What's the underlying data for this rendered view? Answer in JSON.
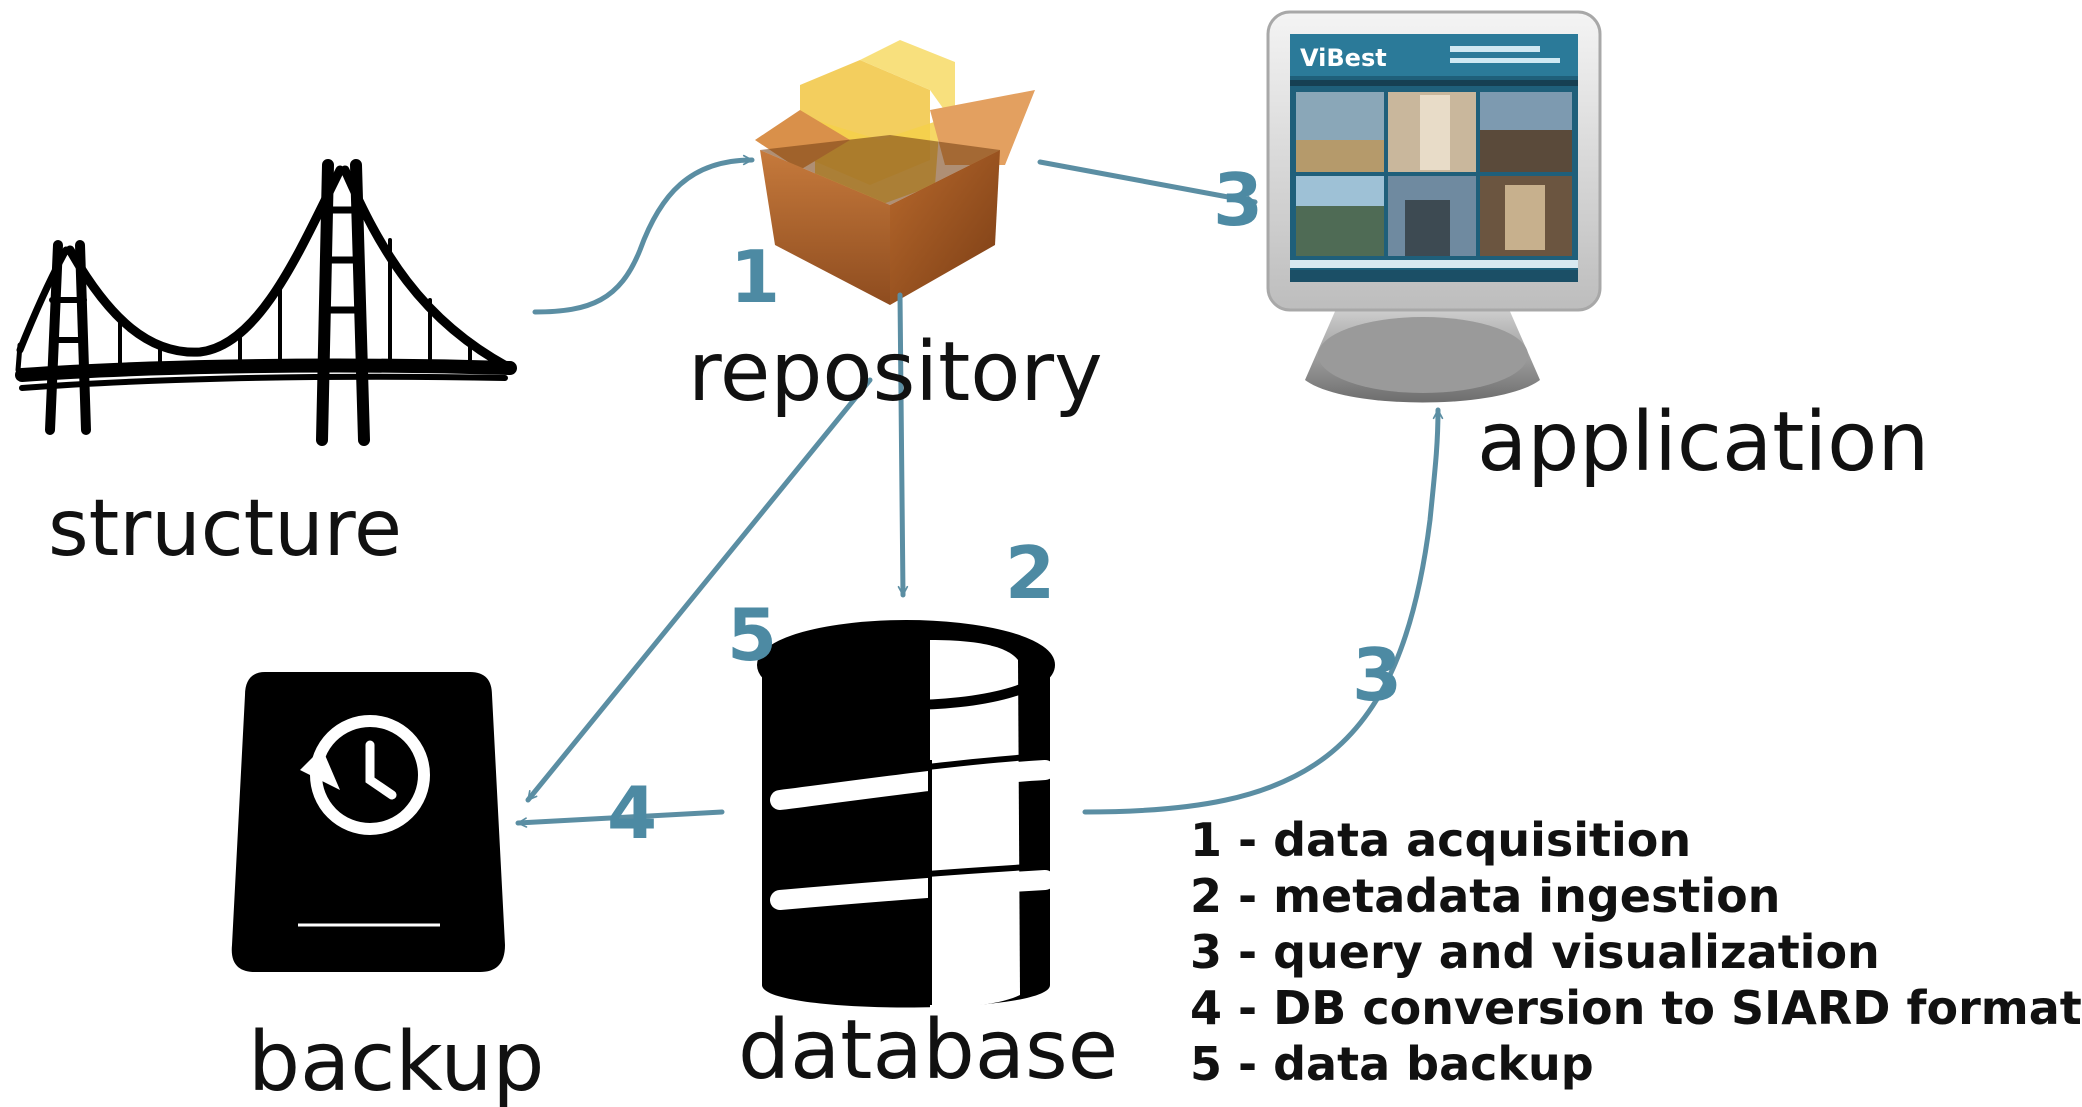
{
  "nodes": {
    "structure": {
      "label": "structure",
      "icon": "bridge-icon"
    },
    "repository": {
      "label": "repository",
      "icon": "package-box-icon"
    },
    "application": {
      "label": "application",
      "icon": "monitor-icon",
      "screen_logo": "ViBest"
    },
    "database": {
      "label": "database",
      "icon": "database-icon"
    },
    "backup": {
      "label": "backup",
      "icon": "time-machine-icon"
    }
  },
  "steps": {
    "s1": "1",
    "s2": "2",
    "s3a": "3",
    "s3b": "3",
    "s4": "4",
    "s5": "5"
  },
  "legend": {
    "items": [
      "1 - data acquisition",
      "2 - metadata ingestion",
      "3 - query and visualization",
      "4 - DB conversion to SIARD format",
      "5 - data backup"
    ]
  },
  "colors": {
    "arrow": "#5b8ea3",
    "step_number": "#4d8aa3",
    "icon_black": "#000000"
  }
}
